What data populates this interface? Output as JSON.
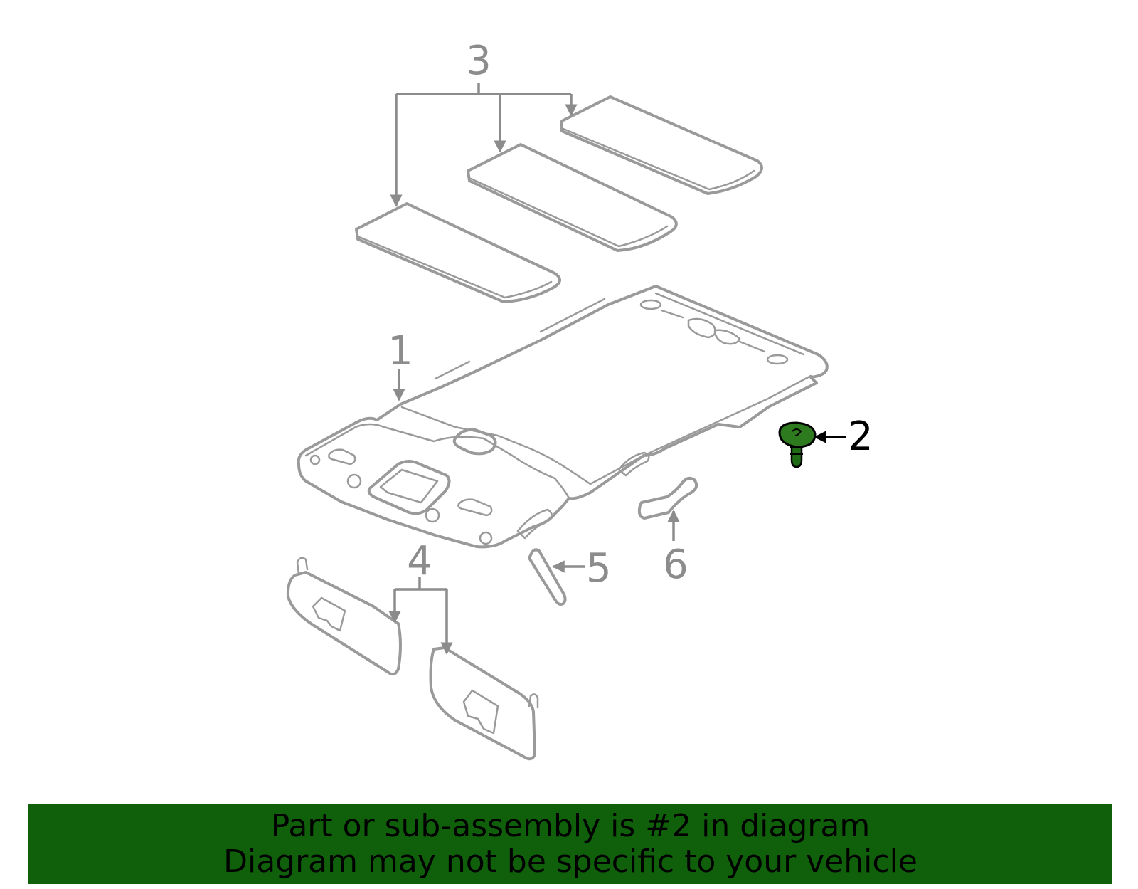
{
  "diagram": {
    "callouts": {
      "c1": "1",
      "c2": "2",
      "c3": "3",
      "c4": "4",
      "c5": "5",
      "c6": "6"
    },
    "highlight_color": "#0f5f0b"
  },
  "banner": {
    "line1": "Part or sub-assembly is #2 in diagram",
    "line2": "Diagram may not be specific to your vehicle",
    "background": "#0f5f0b"
  }
}
